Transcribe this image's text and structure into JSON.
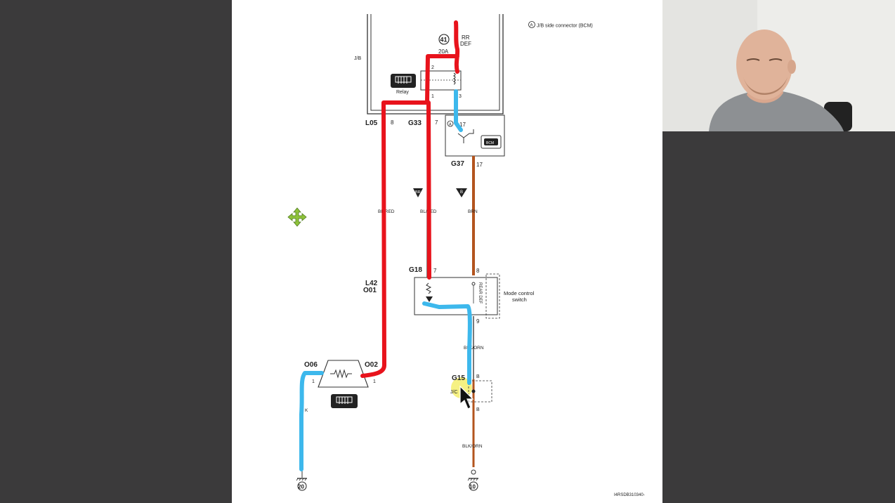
{
  "diagram": {
    "legend": "J/B side connector (BCM)",
    "legend_letter": "A",
    "jb_label": "J/B",
    "fuse_number": "41",
    "fuse_rating": "20A",
    "fuse_name_line1": "RR",
    "fuse_name_line2": "DEF",
    "relay_label": "Relay",
    "relay_pins": {
      "p2": "2",
      "p1": "1",
      "p3": "3"
    },
    "bcm_label": "BCM",
    "connectors": {
      "L05": "L05",
      "L05_pin": "8",
      "G33": "G33",
      "G33_pin": "7",
      "A17": "17",
      "G37": "G37",
      "G37_pin": "17",
      "G18": "G18",
      "G18_pin7": "7",
      "G18_pin8": "8",
      "G18_pin9": "9",
      "L42": "L42",
      "O01": "O01",
      "O06": "O06",
      "O06_pin": "1",
      "O02": "O02",
      "O02_pin": "1",
      "G15": "G15",
      "G15_b_top": "B",
      "G15_b_bot": "B",
      "jc": "J/C"
    },
    "wires": {
      "bl_red_1": "BL/RED",
      "bl_red_2": "BL/RED",
      "brn": "BRN",
      "blk_orn_1": "BLK/ORN",
      "blk_orn_2": "BLK/ORN",
      "k": "K"
    },
    "marker_br": "BR",
    "marker_b": "B",
    "switch_label_line1": "Mode control",
    "switch_label_line2": "switch",
    "switch_inner": "REAR DEF",
    "ground_20": "20",
    "ground_10": "10",
    "figure_code": "I4RSDB310340-"
  },
  "colors": {
    "red_highlight": "#e8131c",
    "blue_highlight": "#3db8ec",
    "brown_wire": "#b3541e",
    "cursor_highlight": "#f3ec5a"
  },
  "icons": [
    "move-cursor-icon",
    "pointer-icon",
    "rear-defroster-icon"
  ]
}
